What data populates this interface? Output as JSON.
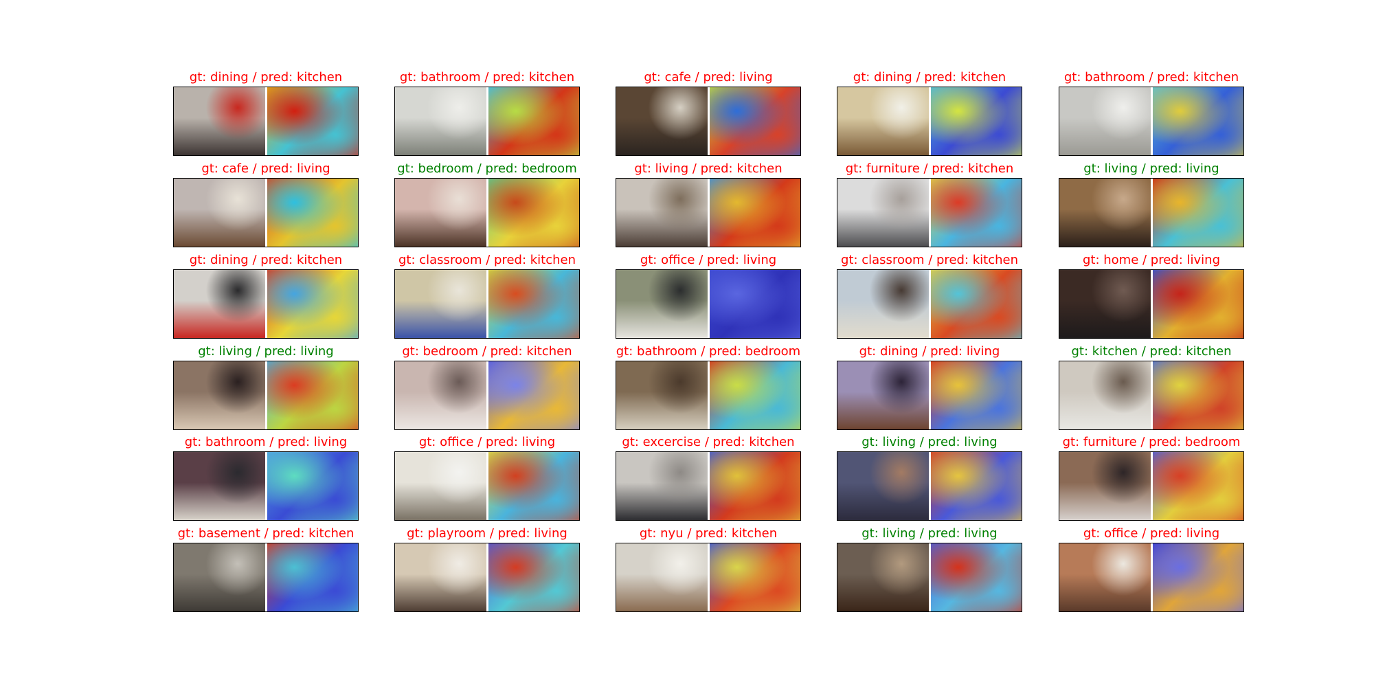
{
  "figure": {
    "panels": [
      {
        "caption": "gt: dining / pred: kitchen",
        "correct": false,
        "photo": [
          "#b9b2ab",
          "#3d3533",
          "#c8281f"
        ],
        "heat": [
          "#e2a81a",
          "#d21f10",
          "#45c2d2"
        ]
      },
      {
        "caption": "gt: bathroom / pred: kitchen",
        "correct": false,
        "photo": [
          "#d6d7d2",
          "#7d8078",
          "#eeeeea"
        ],
        "heat": [
          "#40b7e3",
          "#b7dc45",
          "#d43618"
        ]
      },
      {
        "caption": "gt: cafe / pred: living",
        "correct": false,
        "photo": [
          "#5a4634",
          "#2b2420",
          "#d6d0c4"
        ],
        "heat": [
          "#c4d93c",
          "#2e6ed8",
          "#d7422a"
        ]
      },
      {
        "caption": "gt: dining / pred: kitchen",
        "correct": false,
        "photo": [
          "#d6c7a0",
          "#7a5a36",
          "#f1f0e8"
        ],
        "heat": [
          "#4ab6dd",
          "#d4e541",
          "#3c4bd3"
        ]
      },
      {
        "caption": "gt: bathroom / pred: kitchen",
        "correct": false,
        "photo": [
          "#c8c8c4",
          "#9b9a94",
          "#efefec"
        ],
        "heat": [
          "#5bc0d3",
          "#e0cc3c",
          "#3560d7"
        ]
      },
      {
        "caption": "gt: cafe / pred: living",
        "correct": false,
        "photo": [
          "#bfb6b2",
          "#6b4a33",
          "#e8e2d7"
        ],
        "heat": [
          "#d4461e",
          "#2ec0e0",
          "#e4c42e"
        ]
      },
      {
        "caption": "gt: bedroom / pred: bedroom",
        "correct": true,
        "photo": [
          "#d4b5ad",
          "#4c3326",
          "#e9dfd6"
        ],
        "heat": [
          "#5bcf8e",
          "#c74a1b",
          "#e8d23a"
        ]
      },
      {
        "caption": "gt: living / pred: kitchen",
        "correct": false,
        "photo": [
          "#c9c2ba",
          "#4b3d35",
          "#7e6e5c"
        ],
        "heat": [
          "#3a8ddc",
          "#e3b82f",
          "#d43a1a"
        ]
      },
      {
        "caption": "gt: furniture / pred: kitchen",
        "correct": false,
        "photo": [
          "#dcdcdc",
          "#4d4d50",
          "#a7a09b"
        ],
        "heat": [
          "#e0d24a",
          "#dc3b26",
          "#49b5e0"
        ]
      },
      {
        "caption": "gt: living / pred: living",
        "correct": true,
        "photo": [
          "#8f6b46",
          "#2b201a",
          "#c7a98b"
        ],
        "heat": [
          "#cb2a14",
          "#e8b52b",
          "#4ac0d4"
        ]
      },
      {
        "caption": "gt: dining / pred: kitchen",
        "correct": false,
        "photo": [
          "#d3d0cb",
          "#c82721",
          "#2a2a2c"
        ],
        "heat": [
          "#d83c1c",
          "#45a5e0",
          "#e6d638"
        ]
      },
      {
        "caption": "gt: classroom / pred: kitchen",
        "correct": false,
        "photo": [
          "#cfc6a6",
          "#3a53a8",
          "#e9e5da"
        ],
        "heat": [
          "#cfd944",
          "#d84d20",
          "#48b7d8"
        ]
      },
      {
        "caption": "gt: office / pred: living",
        "correct": false,
        "photo": [
          "#8a9077",
          "#e6e4df",
          "#2b2d2e"
        ],
        "heat": [
          "#3b48d0",
          "#5a66e0",
          "#2f32b8"
        ]
      },
      {
        "caption": "gt: classroom / pred: kitchen",
        "correct": false,
        "photo": [
          "#c0cbd4",
          "#e2dccd",
          "#473a33"
        ],
        "heat": [
          "#e1cd44",
          "#54c4d8",
          "#d94a22"
        ]
      },
      {
        "caption": "gt: home / pred: living",
        "correct": false,
        "photo": [
          "#3b2a24",
          "#1d1a1b",
          "#705b52"
        ],
        "heat": [
          "#2d59d8",
          "#c5241a",
          "#e2b02f"
        ]
      },
      {
        "caption": "gt: living / pred: living",
        "correct": true,
        "photo": [
          "#8b7464",
          "#d9c8b4",
          "#2a2020"
        ],
        "heat": [
          "#4ab3dd",
          "#dc3c21",
          "#bcd542"
        ]
      },
      {
        "caption": "gt: bedroom / pred: kitchen",
        "correct": false,
        "photo": [
          "#c9b6b0",
          "#ece7e3",
          "#6b5b57"
        ],
        "heat": [
          "#585ddd",
          "#7b83e8",
          "#e8b837"
        ]
      },
      {
        "caption": "gt: bathroom / pred: bedroom",
        "correct": false,
        "photo": [
          "#7f6a52",
          "#d6cfbf",
          "#4b3a2c"
        ],
        "heat": [
          "#d42e1b",
          "#c9dd47",
          "#4ab9d5"
        ]
      },
      {
        "caption": "gt: dining / pred: living",
        "correct": false,
        "photo": [
          "#9b8fb5",
          "#6e4430",
          "#2d2438"
        ],
        "heat": [
          "#d8321d",
          "#e7c33a",
          "#4b74dd"
        ]
      },
      {
        "caption": "gt: kitchen / pred: kitchen",
        "correct": true,
        "photo": [
          "#cfc9c0",
          "#e8e8e4",
          "#6a5b4f"
        ],
        "heat": [
          "#4b6ed8",
          "#e0d33f",
          "#d04328"
        ]
      },
      {
        "caption": "gt: bathroom / pred: living",
        "correct": false,
        "photo": [
          "#5a3f47",
          "#d7d2c9",
          "#2b2a2f"
        ],
        "heat": [
          "#4e9fe0",
          "#5edcc0",
          "#3a4cd4"
        ]
      },
      {
        "caption": "gt: office / pred: living",
        "correct": false,
        "photo": [
          "#e6e3da",
          "#7a7265",
          "#f3f3f0"
        ],
        "heat": [
          "#d6e24c",
          "#d24020",
          "#4ab3dc"
        ]
      },
      {
        "caption": "gt: excercise / pred: kitchen",
        "correct": false,
        "photo": [
          "#c9c6c1",
          "#2d2d31",
          "#8e8a86"
        ],
        "heat": [
          "#3b53d3",
          "#e0c13a",
          "#d33b1e"
        ]
      },
      {
        "caption": "gt: living / pred: living",
        "correct": true,
        "photo": [
          "#515575",
          "#2c2b3d",
          "#a37b63"
        ],
        "heat": [
          "#d23a22",
          "#e5c540",
          "#4a59d8"
        ]
      },
      {
        "caption": "gt: furniture / pred: bedroom",
        "correct": false,
        "photo": [
          "#8b6a55",
          "#d6d0cc",
          "#2d2527"
        ],
        "heat": [
          "#4a63dc",
          "#d74025",
          "#e3cd3d"
        ]
      },
      {
        "caption": "gt: basement / pred: kitchen",
        "correct": false,
        "photo": [
          "#7f796f",
          "#3e3a35",
          "#c4c0b8"
        ],
        "heat": [
          "#d6321e",
          "#4cc0d3",
          "#3b4bd5"
        ]
      },
      {
        "caption": "gt: playroom / pred: living",
        "correct": false,
        "photo": [
          "#d6c9b4",
          "#4e3d33",
          "#f0ece5"
        ],
        "heat": [
          "#4f5ad8",
          "#d53b22",
          "#53c8d4"
        ]
      },
      {
        "caption": "gt: nyu / pred: kitchen",
        "correct": false,
        "photo": [
          "#d6d2c9",
          "#8a6b50",
          "#f2f0ea"
        ],
        "heat": [
          "#3c54d6",
          "#d9d54b",
          "#dc4a22"
        ]
      },
      {
        "caption": "gt: living / pred: living",
        "correct": true,
        "photo": [
          "#6c5e52",
          "#3a2518",
          "#b29a7f"
        ],
        "heat": [
          "#4a5ed8",
          "#d5321b",
          "#56b7e0"
        ]
      },
      {
        "caption": "gt: office / pred: living",
        "correct": false,
        "photo": [
          "#b77b58",
          "#5a3a2a",
          "#ece8e0"
        ],
        "heat": [
          "#3a3fd3",
          "#6a6ee2",
          "#e0a53a"
        ]
      }
    ]
  }
}
